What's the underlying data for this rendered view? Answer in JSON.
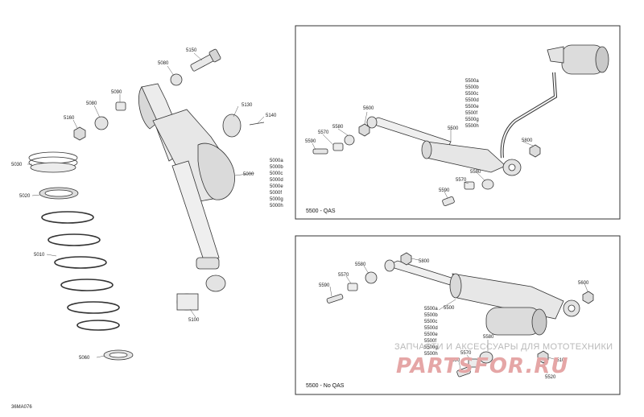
{
  "figure_code": "36MA076",
  "main_labels": {
    "l5150": "5150",
    "l5080a": "5080",
    "l5090": "5090",
    "l5080b": "5080",
    "l5160": "5160",
    "l5130": "5130",
    "l5140": "5140",
    "l5030": "5030",
    "l5020": "5020",
    "l5010": "5010",
    "l5000": "5000",
    "l5100": "5100",
    "l5060": "5060",
    "variants": [
      "5000a",
      "5000b",
      "5000c",
      "5000d",
      "5000e",
      "5000f",
      "5000g",
      "5000h"
    ]
  },
  "panel_qas": {
    "caption": "5500 - QAS",
    "l5600": "5600",
    "l5580": "5580",
    "l5570": "5570",
    "l5590": "5590",
    "l5500": "5500",
    "l5800": "5800",
    "l5580b": "5580",
    "l5570b": "5570",
    "l5590b": "5590",
    "variants": [
      "5500a",
      "5500b",
      "5500c",
      "5500d",
      "5500e",
      "5500f",
      "5500g",
      "5500h"
    ]
  },
  "panel_noqas": {
    "caption": "5500 - No QAS",
    "l5580": "5580",
    "l5570": "5570",
    "l5590": "5590",
    "l5800": "5800",
    "l5600": "5600",
    "l5500": "5500",
    "l5580b": "5580",
    "l5570b": "5570",
    "l5590b": "5590",
    "l5510": "5510",
    "l5520": "5520",
    "variants": [
      "5500a",
      "5500b",
      "5500c",
      "5500d",
      "5500e",
      "5500f",
      "5500g",
      "5500h"
    ]
  },
  "watermark": {
    "line1": "ЗАПЧАСТИ И АКСЕССУАРЫ ДЛЯ МОТОТЕХНИКИ",
    "line2": "PARTSFOR.RU"
  },
  "colors": {
    "line": "#333333",
    "part_fill": "#e9e9e9",
    "shade": "#c8c8c8",
    "watermark_red": "#e5a6a6"
  }
}
